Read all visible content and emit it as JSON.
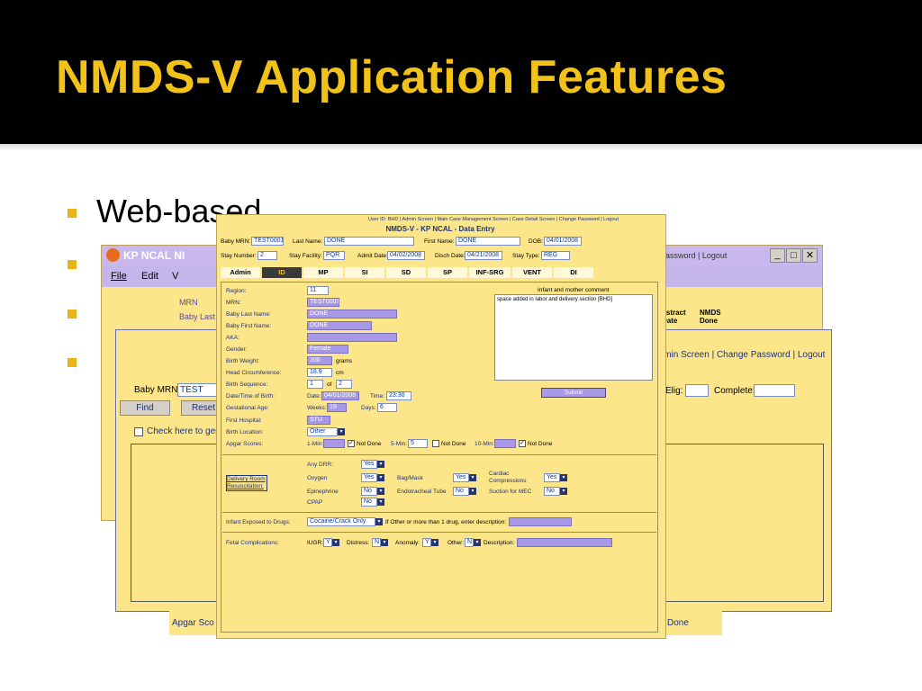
{
  "slide": {
    "title": "NMDS-V Application Features",
    "bullets": [
      "Web-based",
      "",
      "",
      "",
      ""
    ]
  },
  "colors": {
    "title_bg": "#000000",
    "title_text": "#f2c218",
    "bullet": "#e7b416",
    "form_bg": "#fde68a",
    "lavender": "#c9b8ee"
  },
  "bg_window_1": {
    "title": "KP NCAL NI",
    "menu": [
      "File",
      "Edit",
      "V"
    ],
    "title_buttons": [
      "_",
      "□",
      "✕"
    ],
    "right_links": "assword | Logout",
    "labels": [
      "MRN",
      "Baby Last N"
    ],
    "col_headers": [
      "bstract\nDate",
      "NMDS\nDone"
    ]
  },
  "bg_window_2": {
    "baby_mrn_label": "Baby MRN:",
    "baby_mrn_value": "TEST",
    "find_label": "Find",
    "reset_label": "Reset",
    "checkbox_label": "Check here to gen",
    "right_links": "lmin Screen | Change Password | Logout",
    "elig_label": "Elig:",
    "complete_label": "Complete:",
    "footer_left": "Apgar Sco",
    "footer_right": "Done"
  },
  "form": {
    "header_links": "User ID: BHD | Admin Screen | Main Case Management Screen | Case Detail Screen | Change Password | Logout",
    "title": "NMDS-V - KP NCAL - Data Entry",
    "baby_mrn_label": "Baby MRN:",
    "baby_mrn": "TEST0001",
    "last_name_label": "Last Name:",
    "last_name": "DONE",
    "first_name_label": "First Name:",
    "first_name": "DONE",
    "dob_label": "DOB:",
    "dob": "04/01/2008",
    "stay_number_label": "Stay Number:",
    "stay_number": "2",
    "stay_facility_label": "Stay Facility:",
    "stay_facility": "PQR",
    "admit_date_label": "Admit Date:",
    "admit_date": "04/02/2008",
    "disch_date_label": "Disch Date:",
    "disch_date": "04/21/2008",
    "stay_type_label": "Stay Type:",
    "stay_type": "REG",
    "tabs": [
      "Admin",
      "ID",
      "MP",
      "SI",
      "SD",
      "SP",
      "INF-SRG",
      "VENT",
      "DI"
    ],
    "active_tab": "ID",
    "region_label": "Region:",
    "region": "11",
    "mrn_label": "MRN:",
    "mrn": "TEST0001",
    "baby_last_label": "Baby Last Name:",
    "baby_last": "DONE",
    "baby_first_label": "Baby First Name:",
    "baby_first": "DONE",
    "aka_label": "AKA:",
    "aka": "",
    "gender_label": "Gender:",
    "gender": "Female",
    "birth_weight_label": "Birth Weight:",
    "birth_weight": "200",
    "birth_weight_unit": "grams",
    "head_circ_label": "Head Circumference:",
    "head_circ": "18.9",
    "head_circ_unit": "cm",
    "birth_seq_label": "Birth Sequence:",
    "birth_seq": "1",
    "birth_seq_of": "of",
    "birth_seq_total": "2",
    "dob_time_label": "Date/Time of Birth:",
    "date_label": "Date:",
    "birth_date": "04/01/2008",
    "time_label": "Time:",
    "birth_time": "23:30",
    "gest_label": "Gestational Age:",
    "weeks_label": "Weeks:",
    "weeks": "19",
    "days_label": "Days:",
    "days": "6",
    "first_hospital_label": "First Hospital:",
    "first_hospital": "STU",
    "birth_location_label": "Birth Location:",
    "birth_location": "Other",
    "apgar_label": "Apgar Scores:",
    "min1_label": "1-Min:",
    "not_done_label": "Not Done",
    "min5_label": "5-Min:",
    "min5": "5",
    "min10_label": "10-Min:",
    "comment_label": "Infant and mother comment",
    "comment_text": "space added in labor and delivery section [BHD]",
    "submit_label": "Submit",
    "resus_label": "Delivery Room Resuscitation:",
    "any_drr_label": "Any DRR:",
    "any_drr": "Yes",
    "oxygen_label": "Oxygen",
    "oxygen": "Yes",
    "bag_mask_label": "Bag/Mask",
    "bag_mask": "Yes",
    "cardiac_label": "Cardiac Compressions",
    "cardiac": "Yes",
    "epinephrine_label": "Epinephrine",
    "epinephrine": "No",
    "endo_label": "Endotracheal Tube",
    "endo": "No",
    "suction_label": "Suction for MEC",
    "suction": "No",
    "cpap_label": "CPAP",
    "cpap": "No",
    "drugs_label": "Infant Exposed to Drugs:",
    "drugs": "Cocaine/Crack Only",
    "drugs_other_label": "If Other or more than 1 drug, enter description:",
    "fetal_label": "Fetal Complications:",
    "iugr_label": "IUGR:",
    "iugr": "Y",
    "distress_label": "Distress:",
    "distress": "N",
    "anomaly_label": "Anomaly:",
    "anomaly": "Y",
    "other_label": "Other:",
    "other": "N",
    "description_label": "Description:"
  }
}
